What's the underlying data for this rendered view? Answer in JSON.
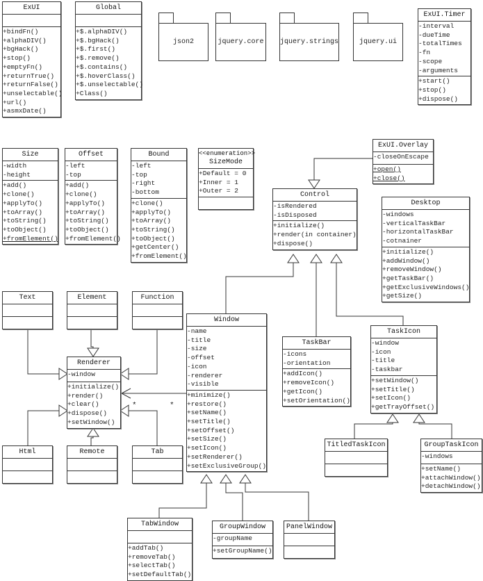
{
  "packages": [
    "json2",
    "jquery.core",
    "jquery.strings",
    "jquery.ui"
  ],
  "classes": {
    "exui": {
      "name": "ExUI",
      "attrs": [],
      "methods": [
        "+bindFn()",
        "+alphaDIV()",
        "+bgHack()",
        "+stop()",
        "+emptyFn()",
        "+returnTrue()",
        "+returnFalse()",
        "+unselectable()",
        "+url()",
        "+asmxDate()"
      ]
    },
    "global": {
      "name": "Global",
      "attrs": [],
      "methods": [
        "+$.alphaDIV()",
        "+$.bgHack()",
        "+$.first()",
        "+$.remove()",
        "+$.contains()",
        "+$.hoverClass()",
        "+$.unselectable()",
        "+Class()"
      ]
    },
    "timer": {
      "name": "ExUI.Timer",
      "attrs": [
        "-interval",
        "-dueTime",
        "-totalTimes",
        "-fn",
        "-scope",
        "-arguments"
      ],
      "methods": [
        "+start()",
        "+stop()",
        "+dispose()"
      ]
    },
    "size": {
      "name": "Size",
      "attrs": [
        "-width",
        "-height"
      ],
      "methods": [
        "+add()",
        "+clone()",
        "+applyTo()",
        "+toArray()",
        "+toString()",
        "+toObject()",
        "+fromElement()"
      ],
      "underlined": [
        "+fromElement()"
      ]
    },
    "offset": {
      "name": "Offset",
      "attrs": [
        "-left",
        "-top"
      ],
      "methods": [
        "+add()",
        "+clone()",
        "+applyTo()",
        "+toArray()",
        "+toString()",
        "+toObject()",
        "+fromElement()"
      ]
    },
    "bound": {
      "name": "Bound",
      "attrs": [
        "-left",
        "-top",
        "-right",
        "-bottom"
      ],
      "methods": [
        "+clone()",
        "+applyTo()",
        "+toArray()",
        "+toString()",
        "+toObject()",
        "+getCenter()",
        "+fromElement()"
      ]
    },
    "sizemode": {
      "stereotype": "<<enumeration>>",
      "name": "SizeMode",
      "attrs": [
        "+Default = 0",
        "+Inner = 1",
        "+Outer = 2"
      ],
      "methods": []
    },
    "overlay": {
      "name": "ExUI.Overlay",
      "attrs": [
        "-closeOnEscape"
      ],
      "methods": [
        "+open()",
        "+close()"
      ],
      "underlined": [
        "+open()",
        "+close()"
      ]
    },
    "control": {
      "name": "Control",
      "attrs": [
        "-isRendered",
        "-isDisposed"
      ],
      "methods": [
        "+initialize()",
        "+render(in container)",
        "+dispose()"
      ]
    },
    "desktop": {
      "name": "Desktop",
      "attrs": [
        "-windows",
        "-verticalTaskBar",
        "-horizontalTaskBar",
        "-cotnainer"
      ],
      "methods": [
        "+initialize()",
        "+addWindow()",
        "+removeWindow()",
        "+getTaskBar()",
        "+getExclusiveWindows()",
        "+getSize()"
      ]
    },
    "text": {
      "name": "Text",
      "attrs": [],
      "methods": []
    },
    "element": {
      "name": "Element",
      "attrs": [],
      "methods": []
    },
    "function": {
      "name": "Function",
      "attrs": [],
      "methods": []
    },
    "renderer": {
      "name": "Renderer",
      "attrs": [
        "-window"
      ],
      "methods": [
        "+initialize()",
        "+render()",
        "+clear()",
        "+dispose()",
        "+setWindow()"
      ]
    },
    "window": {
      "name": "Window",
      "attrs": [
        "-name",
        "-title",
        "-size",
        "-offset",
        "-icon",
        "-renderer",
        "-visible"
      ],
      "methods": [
        "+minimize()",
        "+restore()",
        "+setName()",
        "+setTitle()",
        "+setOffset()",
        "+setSize()",
        "+setIcon()",
        "+setRenderer()",
        "+setExclusiveGroup()"
      ]
    },
    "html": {
      "name": "Html",
      "attrs": [],
      "methods": []
    },
    "remote": {
      "name": "Remote",
      "attrs": [],
      "methods": []
    },
    "tab": {
      "name": "Tab",
      "attrs": [],
      "methods": []
    },
    "taskbar": {
      "name": "TaskBar",
      "attrs": [
        "-icons",
        "-orientation"
      ],
      "methods": [
        "+addIcon()",
        "+removeIcon()",
        "+getIcon()",
        "+setOrientation()"
      ]
    },
    "taskicon": {
      "name": "TaskIcon",
      "attrs": [
        "-window",
        "-icon",
        "-title",
        "-taskbar"
      ],
      "methods": [
        "+setWindow()",
        "+setTitle()",
        "+setIcon()",
        "+getTrayOffset()"
      ]
    },
    "titledtaskicon": {
      "name": "TitledTaskIcon",
      "attrs": [],
      "methods": []
    },
    "grouptaskicon": {
      "name": "GroupTaskIcon",
      "attrs": [
        "-windows"
      ],
      "methods": [
        "+setName()",
        "+attachWindow()",
        "+detachWindow()"
      ]
    },
    "tabwindow": {
      "name": "TabWindow",
      "attrs": [],
      "methods": [
        "+addTab()",
        "+removeTab()",
        "+selectTab()",
        "+setDefaultTab()"
      ]
    },
    "groupwindow": {
      "name": "GroupWindow",
      "attrs": [
        "-groupName"
      ],
      "methods": [
        "+setGroupName()"
      ]
    },
    "panelwindow": {
      "name": "PanelWindow",
      "attrs": [],
      "methods": []
    }
  },
  "multiplicity": {
    "renderer_end": "*",
    "window_end": "*"
  }
}
